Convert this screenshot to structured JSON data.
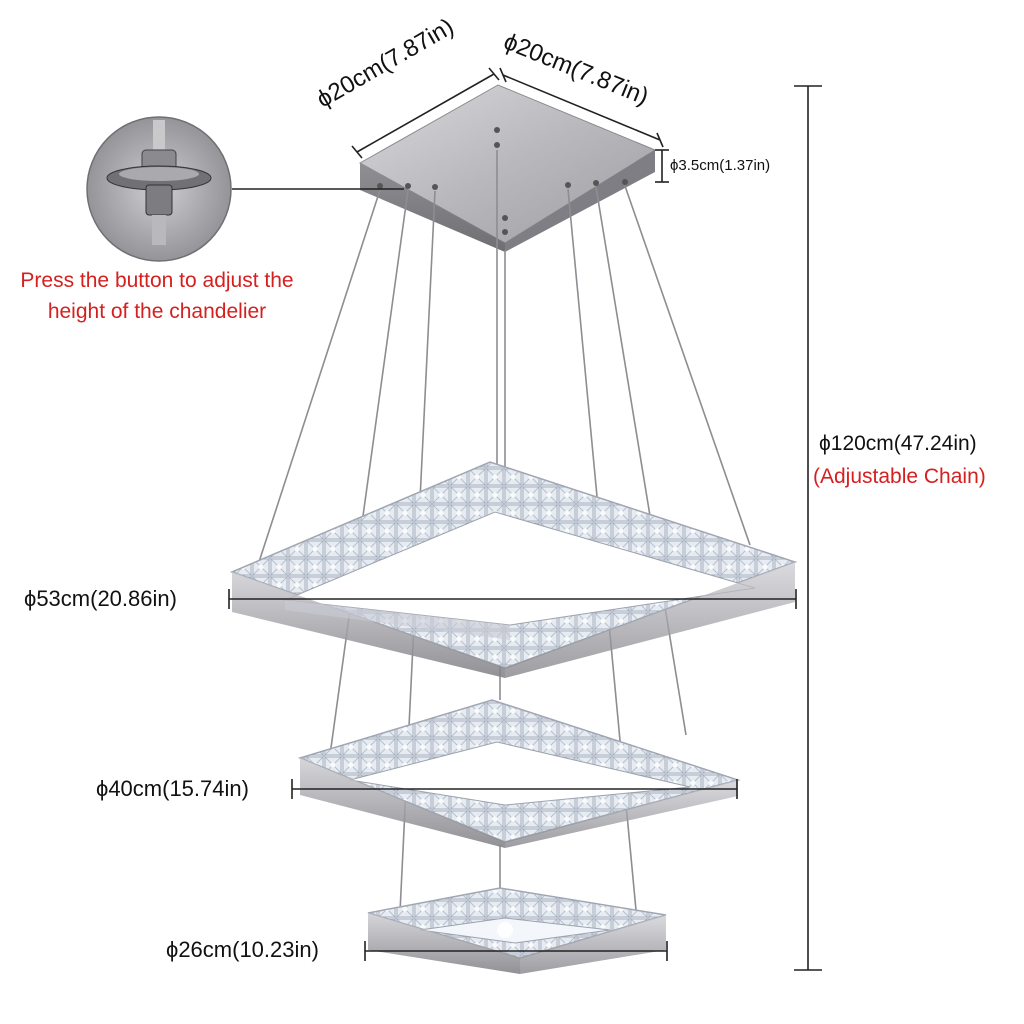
{
  "dimensions": {
    "canopy_width_a": "ϕ20cm(7.87in)",
    "canopy_width_b": "ϕ20cm(7.87in)",
    "canopy_height": "ϕ3.5cm(1.37in)",
    "total_height": "ϕ120cm(47.24in)",
    "chain_note": "(Adjustable Chain)",
    "ring_large": "ϕ53cm(20.86in)",
    "ring_medium": "ϕ40cm(15.74in)",
    "ring_small": "ϕ26cm(10.23in)"
  },
  "callout": {
    "line1": "Press the button to adjust the",
    "line2": "height of the chandelier"
  },
  "colors": {
    "accent": "#d62020",
    "text": "#111111",
    "metal": "#a9a9ad",
    "crystal": "#dfe5ee"
  }
}
